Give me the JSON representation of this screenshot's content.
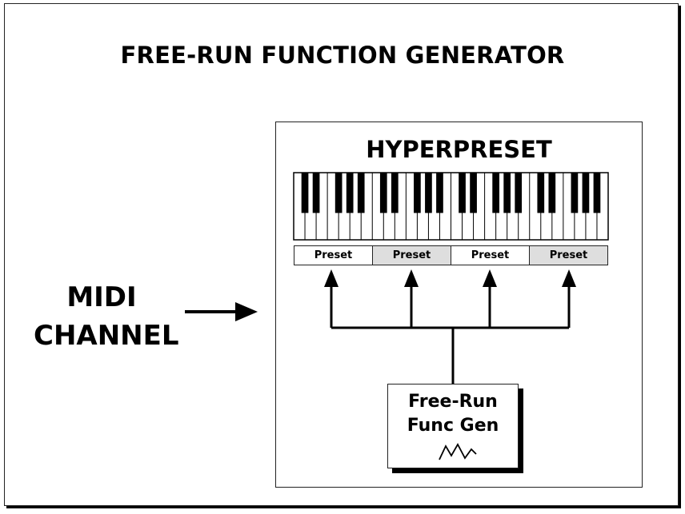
{
  "diagram": {
    "title": "FREE-RUN FUNCTION GENERATOR",
    "midi_label_line1": "MIDI",
    "midi_label_line2": "CHANNEL",
    "hyperpreset_title": "HYPERPRESET",
    "presets": [
      {
        "label": "Preset",
        "shade": "white"
      },
      {
        "label": "Preset",
        "shade": "grey"
      },
      {
        "label": "Preset",
        "shade": "white"
      },
      {
        "label": "Preset",
        "shade": "grey"
      }
    ],
    "func_gen_line1": "Free-Run",
    "func_gen_line2": "Func Gen",
    "waveform_icon": "zigzag-waveform-icon",
    "keyboard_octaves": 4
  }
}
